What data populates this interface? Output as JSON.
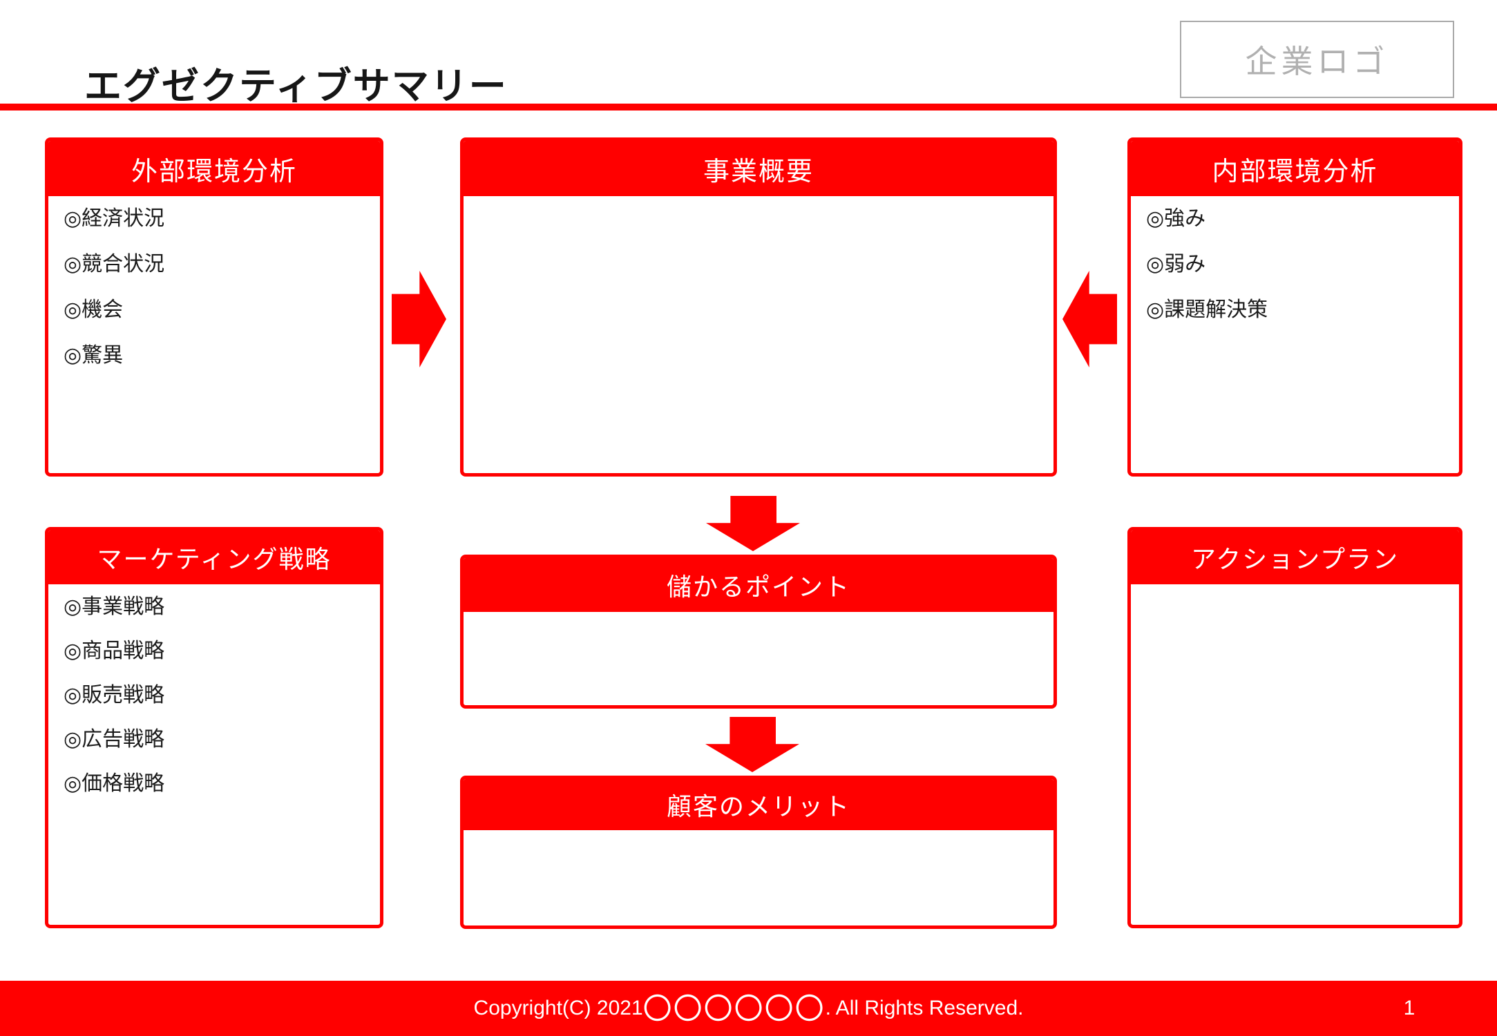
{
  "header": {
    "title": "エグゼクティブサマリー",
    "logo_placeholder": "企業ロゴ"
  },
  "colors": {
    "accent_red": "#ff0000",
    "logo_gray": "#b0b0b0",
    "logo_border_gray": "#a9a9a9",
    "text_black": "#161616"
  },
  "panels": {
    "external_analysis": {
      "title": "外部環境分析",
      "items": [
        "◎経済状況",
        "◎競合状況",
        "◎機会",
        "◎驚異"
      ]
    },
    "business_overview": {
      "title": "事業概要",
      "items": []
    },
    "internal_analysis": {
      "title": "内部環境分析",
      "items": [
        "◎強み",
        "◎弱み",
        "◎課題解決策"
      ]
    },
    "marketing_strategy": {
      "title": "マーケティング戦略",
      "items": [
        "◎事業戦略",
        "◎商品戦略",
        "◎販売戦略",
        "◎広告戦略",
        "◎価格戦略"
      ]
    },
    "profit_point": {
      "title": "儲かるポイント",
      "items": []
    },
    "customer_merit": {
      "title": "顧客のメリット",
      "items": []
    },
    "action_plan": {
      "title": "アクションプラン",
      "items": []
    }
  },
  "footer": {
    "copyright_prefix": "Copyright(C) 2021 ",
    "copyright_circles": "〇〇〇〇〇〇",
    "copyright_suffix": ". All Rights Reserved.",
    "page_number": "1"
  }
}
